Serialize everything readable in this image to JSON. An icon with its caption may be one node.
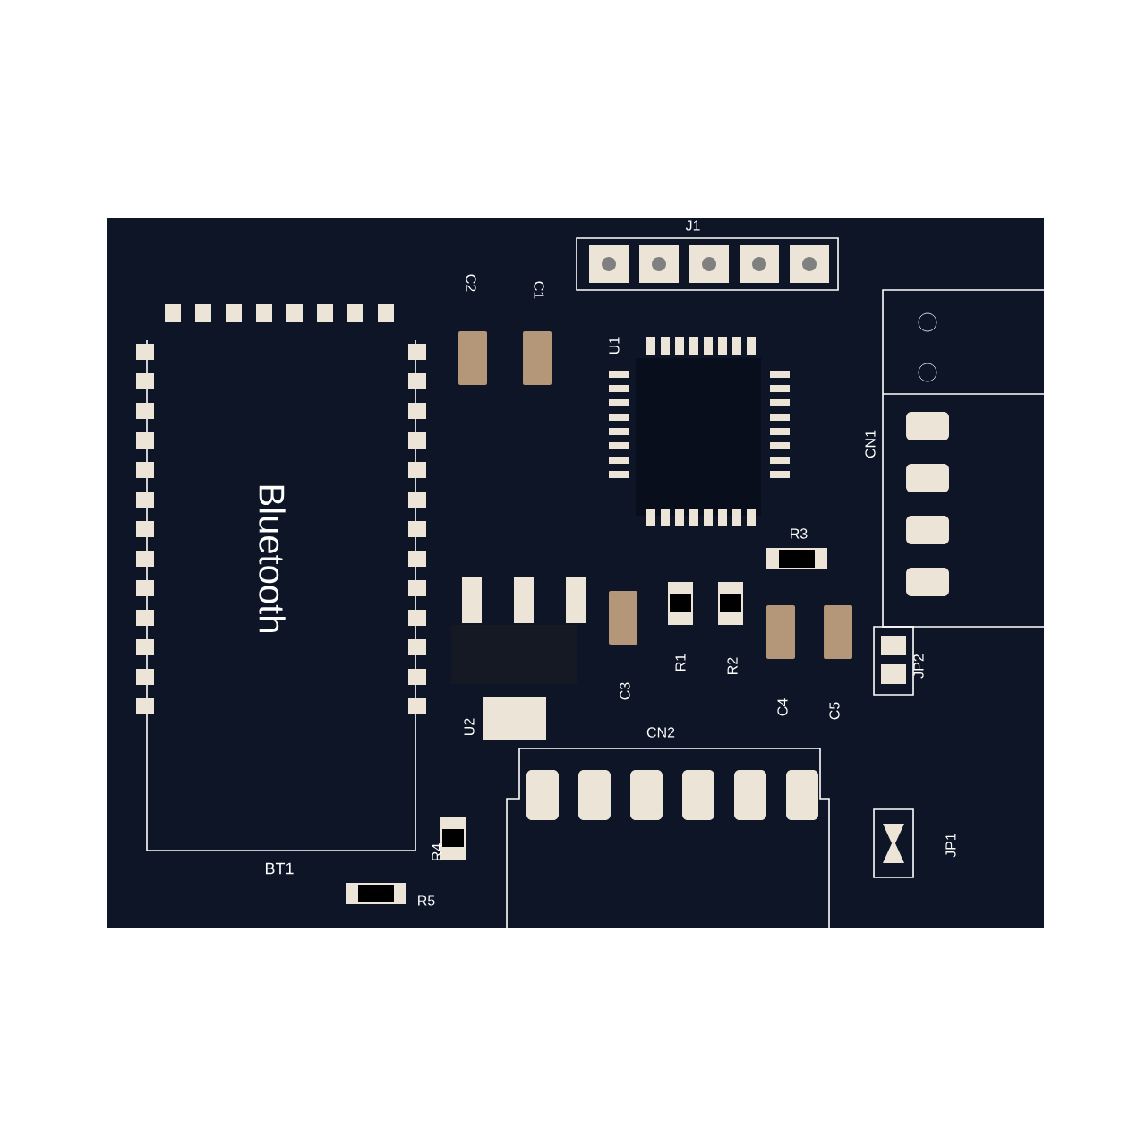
{
  "diagram": {
    "labels": [
      "C2",
      "C1",
      "J1",
      "U1",
      "Bluetooth",
      "CN1",
      "R3",
      "U2",
      "C3",
      "R1",
      "R2",
      "C4",
      "C5",
      "JP2",
      "CN2",
      "R4",
      "BT1",
      "R5",
      "JP1"
    ]
  }
}
